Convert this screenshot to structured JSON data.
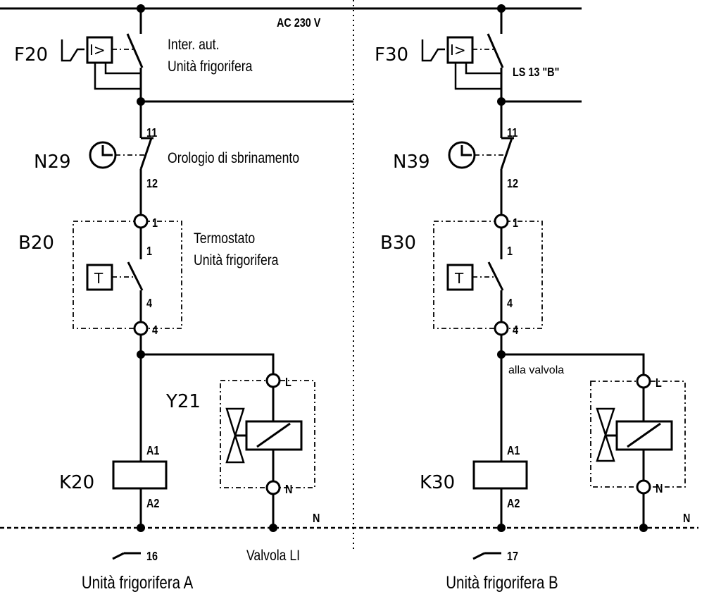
{
  "supply": {
    "label": "AC 230 V",
    "neutral": "N"
  },
  "left": {
    "breaker": {
      "tag": "F20",
      "symbol": "I>",
      "desc1": "Inter. aut.",
      "desc2": "Unità frigorifera"
    },
    "timer": {
      "tag": "N29",
      "pin_top": "11",
      "pin_bottom": "12",
      "desc": "Orologio di sbrinamento"
    },
    "thermostat": {
      "tag": "B20",
      "symbol": "T",
      "term_top": "1",
      "pin_top": "1",
      "pin_bottom": "4",
      "term_bottom": "4",
      "desc1": "Termostato",
      "desc2": "Unità frigorifera"
    },
    "valve": {
      "tag": "Y21",
      "term_l": "L",
      "term_n": "N",
      "caption": "Valvola LI"
    },
    "contactor": {
      "tag": "K20",
      "pin_a1": "A1",
      "pin_a2": "A2",
      "ref": "16"
    },
    "neutral_label": "N",
    "caption": "Unità frigorifera A"
  },
  "right": {
    "breaker": {
      "tag": "F30",
      "symbol": "I>",
      "desc1": "LS 13 \"B\""
    },
    "timer": {
      "tag": "N39",
      "pin_top": "11",
      "pin_bottom": "12"
    },
    "thermostat": {
      "tag": "B30",
      "symbol": "T",
      "term_top": "1",
      "pin_top": "1",
      "pin_bottom": "4",
      "term_bottom": "4"
    },
    "valve": {
      "note": "alla valvola",
      "term_l": "L",
      "term_n": "N"
    },
    "contactor": {
      "tag": "K30",
      "pin_a1": "A1",
      "pin_a2": "A2",
      "ref": "17"
    },
    "neutral_label": "N",
    "caption": "Unità frigorifera B"
  }
}
